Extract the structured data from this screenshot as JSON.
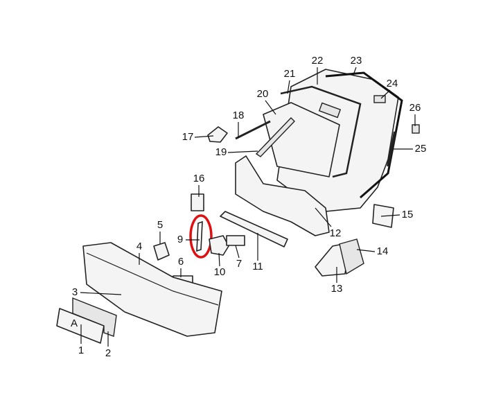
{
  "diagram": {
    "labels": [
      "1",
      "2",
      "3",
      "4",
      "5",
      "6",
      "7",
      "9",
      "10",
      "11",
      "12",
      "13",
      "14",
      "15",
      "16",
      "17",
      "18",
      "19",
      "20",
      "21",
      "22",
      "23",
      "24",
      "25",
      "26"
    ],
    "plate_letter": "A",
    "highlight": {
      "part": "9",
      "color": "#e01010"
    }
  }
}
